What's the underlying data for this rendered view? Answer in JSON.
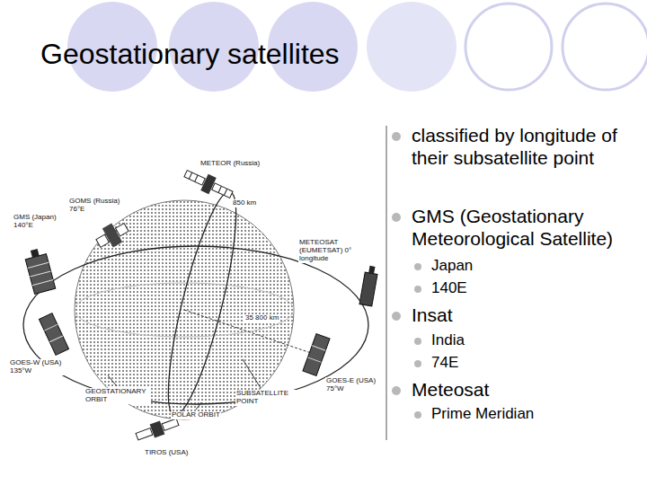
{
  "diagram": {
    "title": "Geostationary satellites",
    "labels": [
      "METEOR (Russia)",
      "GOMS (Russia) 76°E",
      "GMS (Japan) 140°E",
      "METEOSAT (EUMETSAT) 0° longitude",
      "850 km",
      "GOES-W (USA) 135°W",
      "GOES-E (USA) 75°W",
      "35 800 km",
      "GEOSTATIONARY ORBIT",
      "SUBSATELLITE POINT",
      "POLAR ORBIT",
      "TIROS (USA)",
      "classified by longitude of their subsatellite point",
      "GMS (Geostationary Meteorological Satellite)",
      "Japan",
      "140E",
      "Insat",
      "India",
      "74E",
      "Meteosat",
      "Prime Meridian"
    ]
  }
}
